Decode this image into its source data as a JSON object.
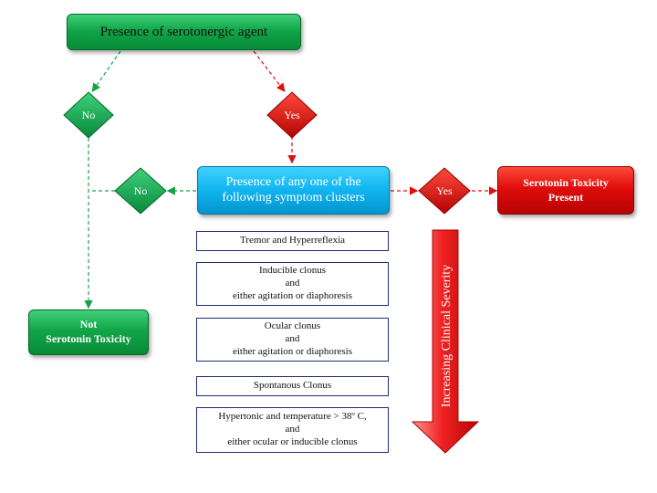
{
  "nodes": {
    "agent": "Presence of serotonergic agent",
    "symptoms": "Presence of any one of the\nfollowing symptom clusters",
    "toxicity_present": "Serotonin Toxicity\nPresent",
    "not_toxicity": "Not\nSerotonin Toxicity"
  },
  "decisions": {
    "no_top": "No",
    "yes_top": "Yes",
    "no_mid": "No",
    "yes_mid": "Yes"
  },
  "clusters": [
    "Tremor and Hyperreflexia",
    "Inducible clonus\nand\neither  agitation or diaphoresis",
    "Ocular clonus\nand\neither  agitation or diaphoresis",
    "Spontanous Clonus",
    "Hypertonic and temperature > 38º C,\nand\neither ocular or inducible clonus"
  ],
  "severity_arrow": "Increasing Clinical Severity",
  "colors": {
    "green": "#12a548",
    "red": "#e00c0c",
    "blue": "#10b4ef",
    "outline": "#1e2a78"
  }
}
